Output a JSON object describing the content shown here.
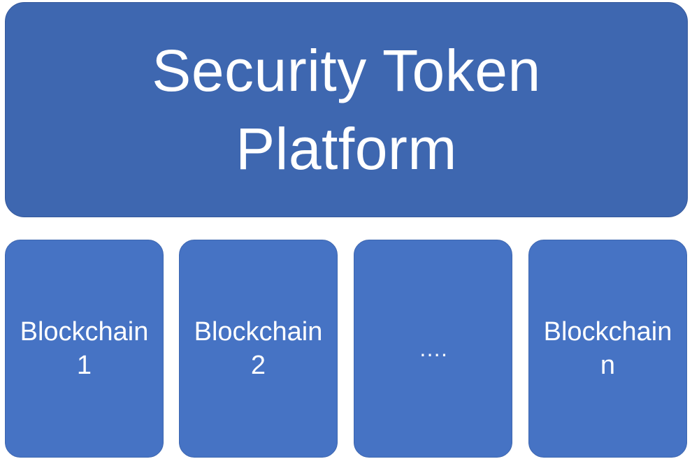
{
  "platform": {
    "line1": "Security Token",
    "line2": "Platform"
  },
  "blockchains": [
    {
      "line1": "Blockchain",
      "line2": "1"
    },
    {
      "line1": "Blockchain",
      "line2": "2"
    },
    {
      "line1": "…."
    },
    {
      "line1": "Blockchain",
      "line2": "n"
    }
  ],
  "colors": {
    "platform_fill": "#3e67b0",
    "blockchain_fill": "#4673c4",
    "text": "#ffffff",
    "background": "#ffffff"
  }
}
